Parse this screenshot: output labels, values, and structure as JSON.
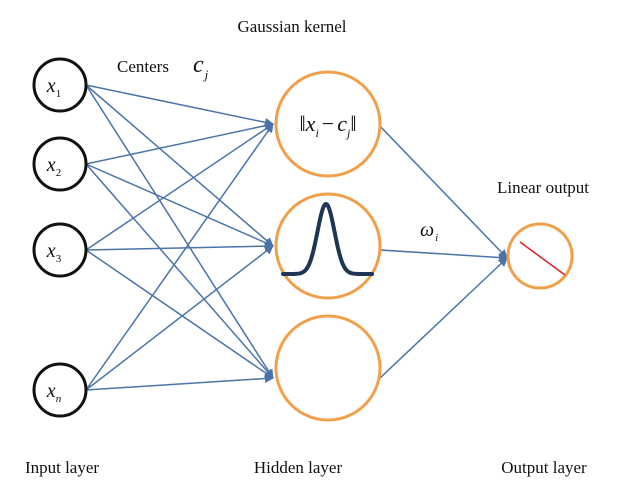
{
  "title": "Gaussian kernel",
  "centers_label": "Centers",
  "centers_symbol": "c",
  "centers_subscript": "j",
  "linear_output_label": "Linear output",
  "weight_symbol": "ω",
  "weight_subscript": "i",
  "norm_expression": {
    "open": "‖",
    "var": "x",
    "var_sub": "i",
    "minus": "−",
    "center": "c",
    "center_sub": "j",
    "close": "‖"
  },
  "input_nodes": [
    {
      "symbol": "x",
      "subscript": "1"
    },
    {
      "symbol": "x",
      "subscript": "2"
    },
    {
      "symbol": "x",
      "subscript": "3"
    },
    {
      "symbol": "x",
      "subscript": "n"
    }
  ],
  "layers": {
    "input": "Input layer",
    "hidden": "Hidden layer",
    "output": "Output layer"
  },
  "colors": {
    "input_node_stroke": "#111111",
    "hidden_node_stroke": "#f0a04b",
    "output_node_stroke": "#f0a04b",
    "connection": "#4a74a8",
    "gaussian_curve": "#1f3556",
    "linear_output_line": "#e02020",
    "text": "#111111"
  }
}
